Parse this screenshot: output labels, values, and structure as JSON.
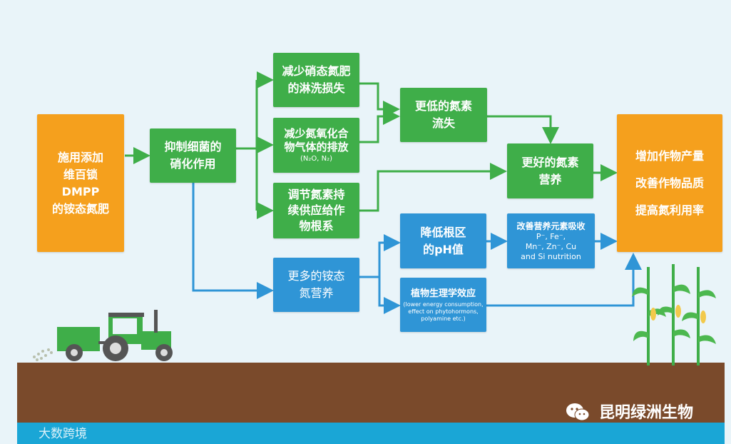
{
  "boxes": {
    "dmpp": [
      "施用添加",
      "维百锁",
      "DMPP",
      "的铵态氮肥"
    ],
    "inhibit": [
      "抑制细菌的",
      "硝化作用"
    ],
    "reduce_leach": [
      "减少硝态氮肥",
      "的淋洗损失"
    ],
    "reduce_gas": [
      "减少氮氧化合",
      "物气体的排放"
    ],
    "reduce_gas_sub": "(N₂O, N₂)",
    "regulate": [
      "调节氮素持",
      "续供应给作",
      "物根系"
    ],
    "lower_loss": [
      "更低的氮素",
      "流失"
    ],
    "better_n": [
      "更好的氮素",
      "营养"
    ],
    "more_ammonium": [
      "更多的铵态",
      "氮营养"
    ],
    "lower_ph": [
      "降低根区",
      "的pH值"
    ],
    "improve_nutrient": "改善营养元素吸收",
    "improve_nutrient_sub": [
      "P⁻, Fe⁻,",
      "Mn⁻, Zn⁻, Cu",
      "and Si nutrition"
    ],
    "plant_phys": "植物生理学效应",
    "plant_phys_sub": [
      "(lower energy consumption,",
      "effect on phytohormons,",
      "polyamine etc.)"
    ],
    "result": [
      "增加作物产量",
      "改善作物品质",
      "提高氮利用率"
    ]
  },
  "watermark": "昆明绿洲生物",
  "watermark2": "大数跨境",
  "colors": {
    "orange": "#f5a01d",
    "green": "#3fae49",
    "blue": "#2f95d6",
    "soil": "#7a4a2b",
    "water": "#1aa6d6"
  }
}
